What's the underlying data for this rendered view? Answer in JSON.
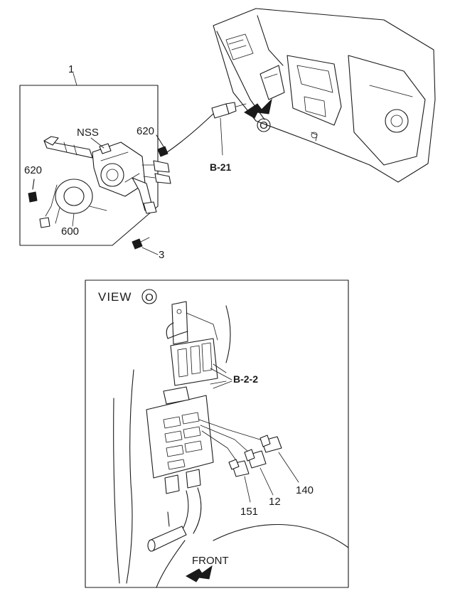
{
  "callouts": {
    "assembly": "1",
    "nss": "NSS",
    "bolt_right": "620",
    "bolt_left": "620",
    "cable_reel": "600",
    "screw": "3",
    "connector_b21": "B-21",
    "view_marker": "O"
  },
  "view": {
    "title": "VIEW",
    "marker": "O",
    "connector_b22": "B-2-2",
    "relay_140": "140",
    "relay_12": "12",
    "relay_151": "151",
    "front": "FRONT"
  }
}
